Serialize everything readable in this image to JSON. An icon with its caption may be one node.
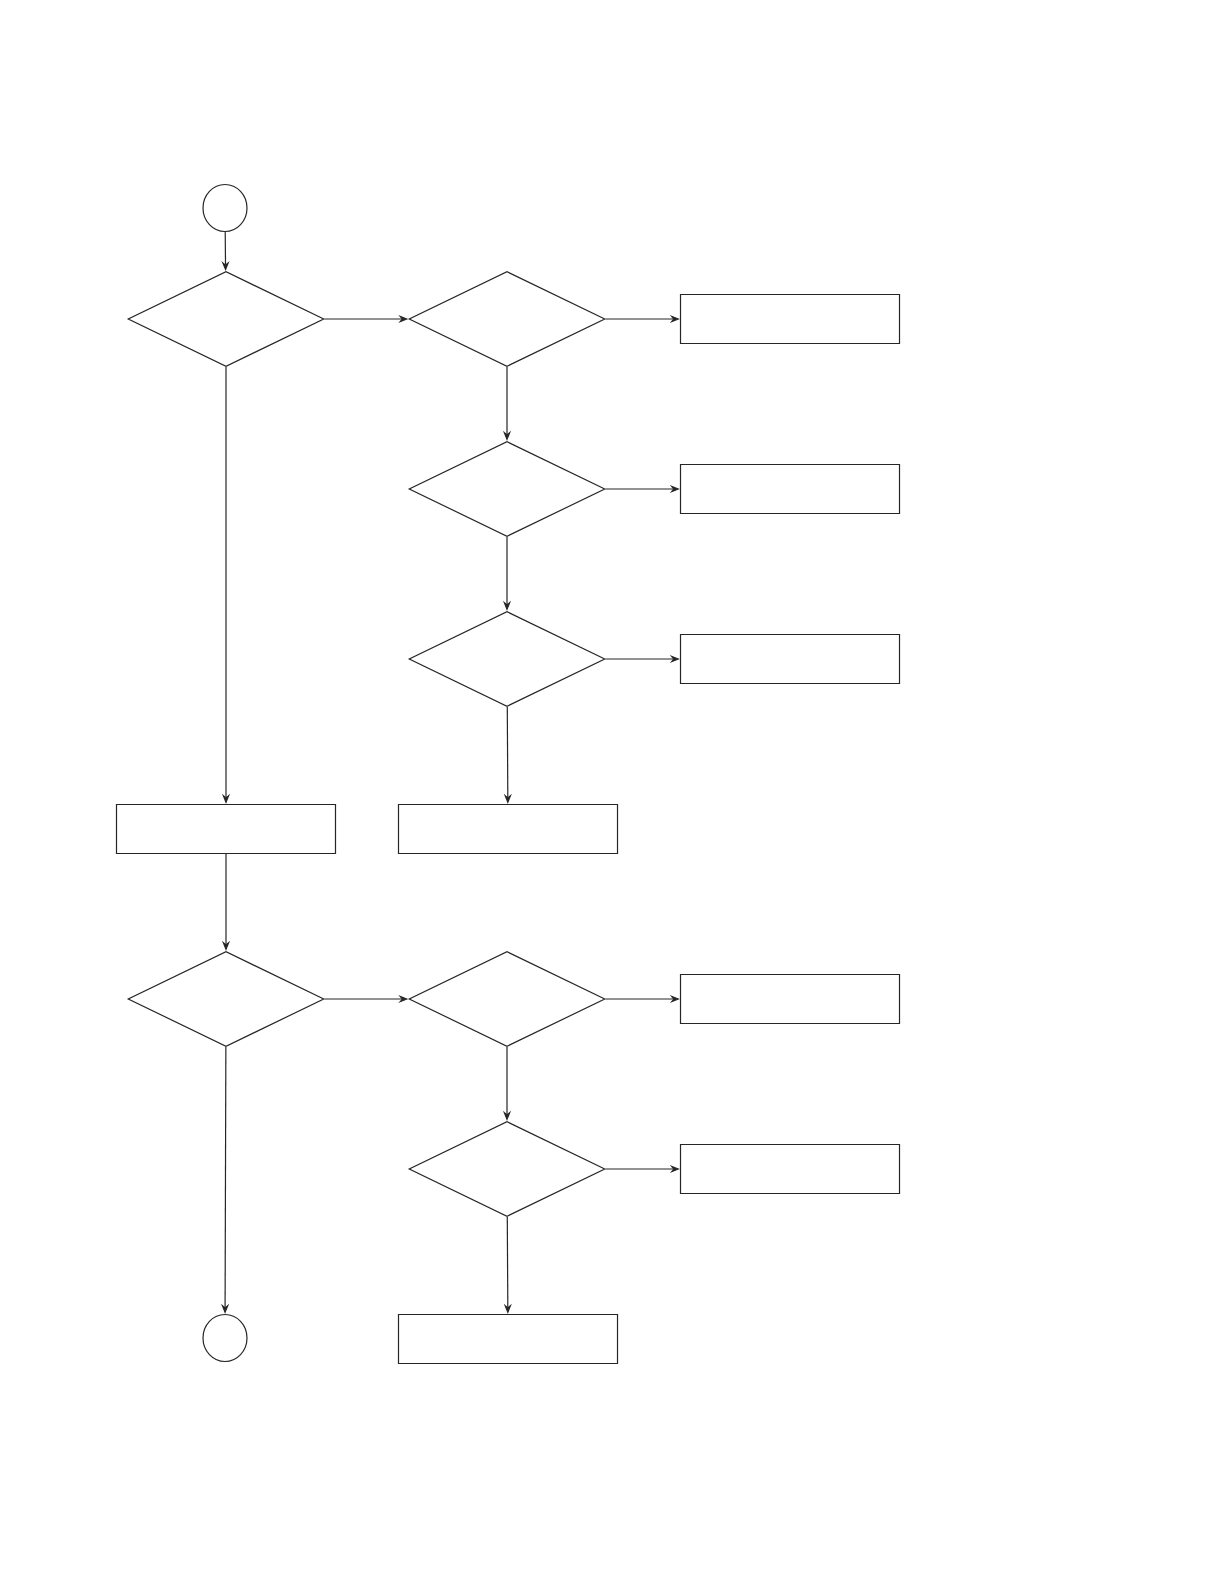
{
  "diagram": {
    "nodes": [
      {
        "text": [],
        "shape": "circle"
      },
      {
        "text": [],
        "shape": "diamond"
      },
      {
        "text": [],
        "shape": "diamond"
      },
      {
        "text": [],
        "shape": "box"
      },
      {
        "text": [],
        "shape": "diamond"
      },
      {
        "text": [],
        "shape": "box"
      },
      {
        "text": [],
        "shape": "diamond"
      },
      {
        "text": [],
        "shape": "box"
      },
      {
        "text": [],
        "shape": "box"
      },
      {
        "text": [],
        "shape": "box"
      },
      {
        "text": [],
        "shape": "diamond"
      },
      {
        "text": [],
        "shape": "diamond"
      },
      {
        "text": [],
        "shape": "box"
      },
      {
        "text": [],
        "shape": "diamond"
      },
      {
        "text": [],
        "shape": "box"
      },
      {
        "text": [],
        "shape": "circle"
      },
      {
        "text": [],
        "shape": "box"
      }
    ],
    "edges": [
      {
        "from": 0,
        "to": 1,
        "arrow": "to"
      },
      {
        "from": 1,
        "to": 2,
        "arrow": "to"
      },
      {
        "from": 2,
        "to": 3,
        "arrow": "to"
      },
      {
        "from": 2,
        "to": 4,
        "arrow": "to"
      },
      {
        "from": 4,
        "to": 5,
        "arrow": "to"
      },
      {
        "from": 4,
        "to": 6,
        "arrow": "to"
      },
      {
        "from": 6,
        "to": 7,
        "arrow": "to"
      },
      {
        "from": 6,
        "to": 9,
        "arrow": "to"
      },
      {
        "from": 1,
        "to": 8,
        "arrow": "to"
      },
      {
        "from": 8,
        "to": 10,
        "arrow": "to"
      },
      {
        "from": 10,
        "to": 11,
        "arrow": "to"
      },
      {
        "from": 11,
        "to": 12,
        "arrow": "to"
      },
      {
        "from": 11,
        "to": 13,
        "arrow": "to"
      },
      {
        "from": 13,
        "to": 14,
        "arrow": "to"
      },
      {
        "from": 13,
        "to": 16,
        "arrow": "to"
      },
      {
        "from": 10,
        "to": 15,
        "arrow": "to"
      }
    ]
  }
}
